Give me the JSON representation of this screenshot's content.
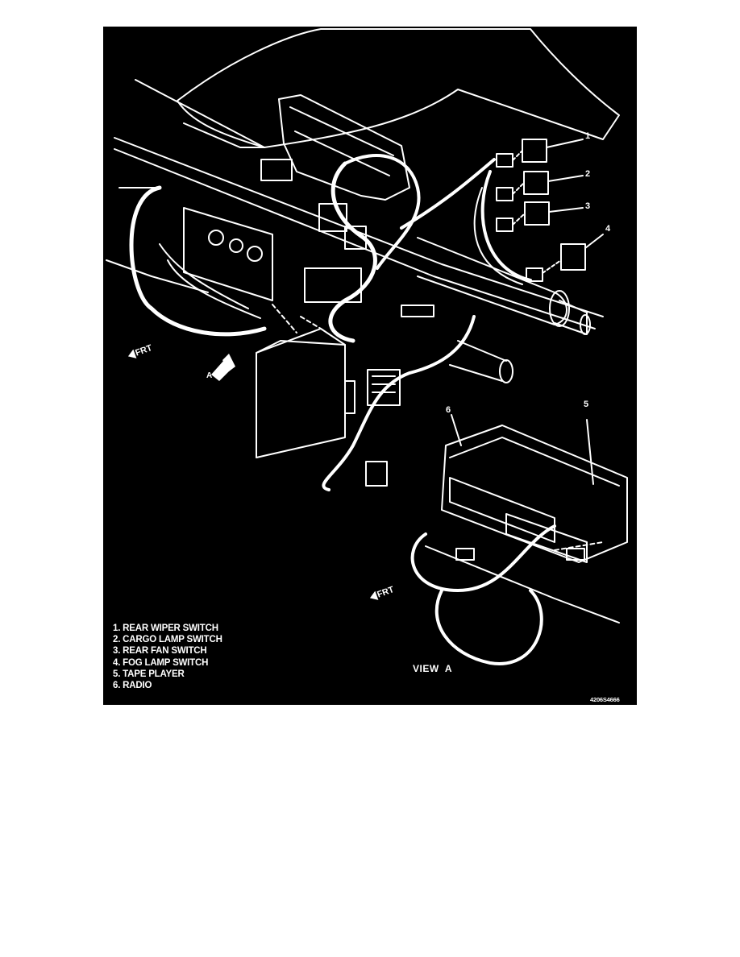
{
  "diagram": {
    "callouts": [
      "1",
      "2",
      "3",
      "4",
      "5",
      "6"
    ],
    "legend": [
      "1. REAR WIPER SWITCH",
      "2. CARGO LAMP SWITCH",
      "3. REAR FAN SWITCH",
      "4. FOG LAMP SWITCH",
      "5. TAPE PLAYER",
      "6. RADIO"
    ],
    "view_label": "VIEW  A",
    "view_marker": "A",
    "front_label": "FRT",
    "figure_id": "4206S4666",
    "colors": {
      "background": "#000000",
      "ink": "#ffffff",
      "page": "#ffffff"
    }
  }
}
